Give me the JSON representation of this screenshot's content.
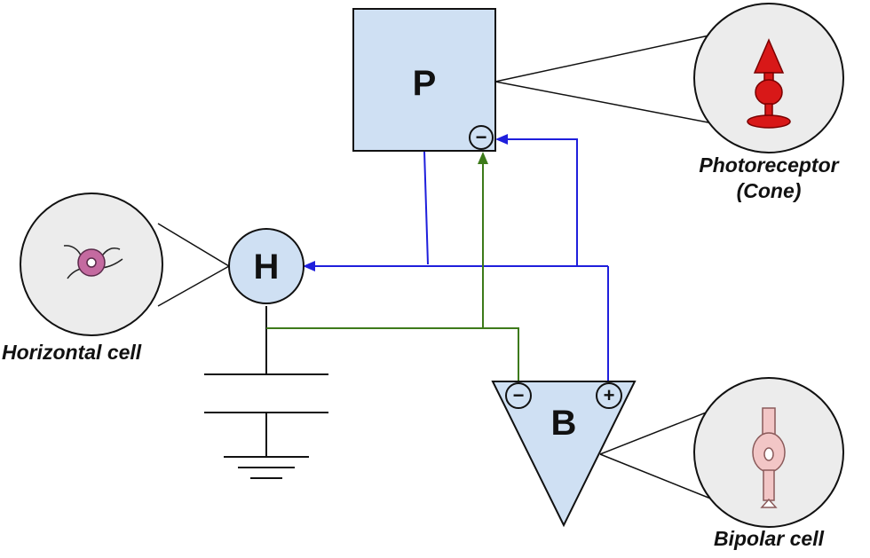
{
  "diagram": {
    "nodes": {
      "photoreceptor": {
        "letter": "P",
        "sign": "−"
      },
      "horizontal": {
        "letter": "H"
      },
      "bipolar": {
        "letter": "B",
        "sign_left": "−",
        "sign_right": "+"
      }
    },
    "captions": {
      "photoreceptor_line1": "Photoreceptor",
      "photoreceptor_line2": "(Cone)",
      "horizontal": "Horizontal cell",
      "bipolar": "Bipolar cell"
    },
    "colors": {
      "node_fill": "#cfe0f3",
      "blue_wire": "#1f1fdc",
      "green_wire": "#3d7a1a",
      "cone_red": "#d81818",
      "horizontal_cell_pink": "#c46aa0",
      "bipolar_cell_pink": "#f2c6c6",
      "inset_fill": "#ececec"
    }
  }
}
